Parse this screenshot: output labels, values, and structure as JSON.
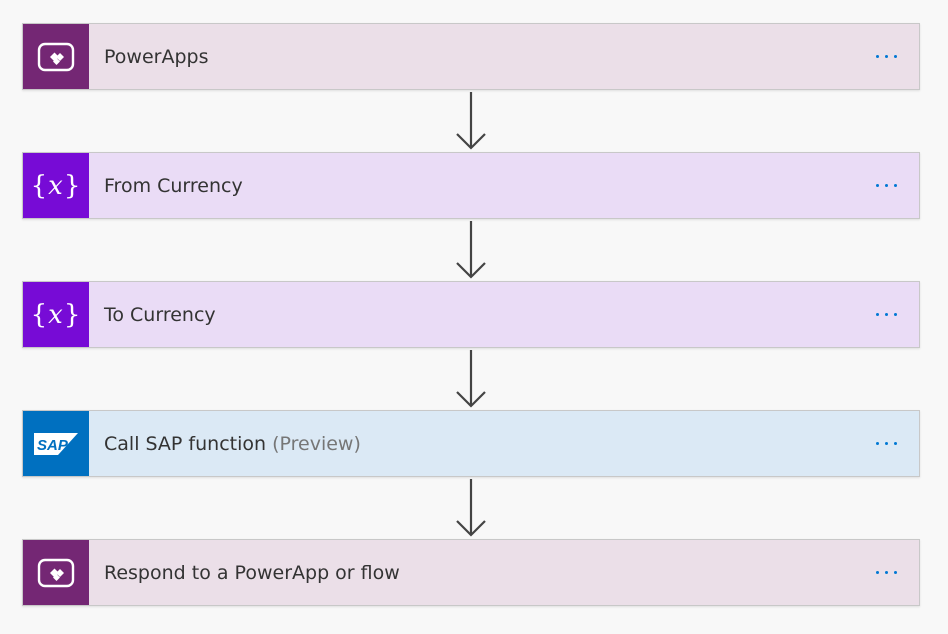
{
  "flow": {
    "steps": [
      {
        "label": "PowerApps",
        "suffix": "",
        "icon": "powerapps-icon",
        "colors": {
          "icon_bg": "#742774",
          "card_bg": "#ebdfe8"
        }
      },
      {
        "label": "From Currency",
        "suffix": "",
        "icon": "variable-icon",
        "colors": {
          "icon_bg": "#770bd6",
          "card_bg": "#eadcf6"
        }
      },
      {
        "label": "To Currency",
        "suffix": "",
        "icon": "variable-icon",
        "colors": {
          "icon_bg": "#770bd6",
          "card_bg": "#eadcf6"
        }
      },
      {
        "label": "Call SAP function",
        "suffix": "(Preview)",
        "icon": "sap-icon",
        "colors": {
          "icon_bg": "#0070c0",
          "card_bg": "#dbe9f5"
        }
      },
      {
        "label": "Respond to a PowerApp or flow",
        "suffix": "",
        "icon": "powerapps-icon",
        "colors": {
          "icon_bg": "#742774",
          "card_bg": "#ebdfe8"
        }
      }
    ],
    "variable_glyph": {
      "open": "{",
      "var": "x",
      "close": "}"
    },
    "sap_logo_text": "SAP",
    "more_icon": "more-options-icon",
    "connector_icon": "arrow-down-icon",
    "accent_color": "#0078d4"
  }
}
